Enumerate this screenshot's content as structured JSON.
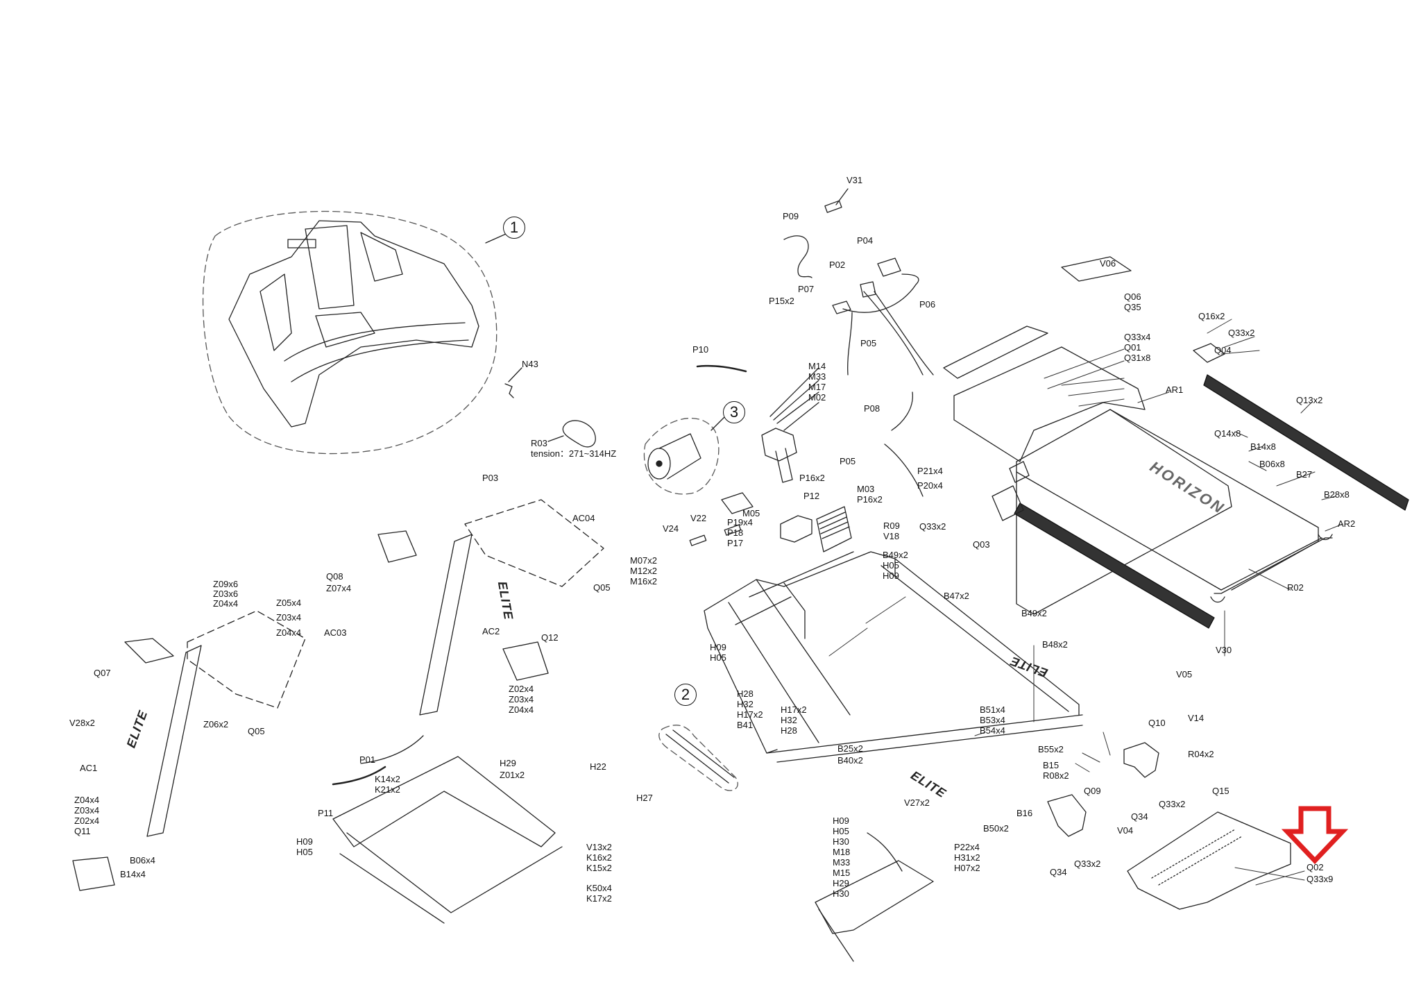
{
  "diagram": {
    "title": "Treadmill exploded parts diagram",
    "brand_mark": "HORIZON",
    "decal_text": "ELITE",
    "highlight_color": "#e02020",
    "highlighted_part": "Q02",
    "assemblies": [
      {
        "id": "1",
        "label": "1",
        "description": "console assembly"
      },
      {
        "id": "2",
        "label": "2",
        "description": "lift linkage assembly"
      },
      {
        "id": "3",
        "label": "3",
        "description": "drive motor assembly"
      }
    ],
    "notes": {
      "belt_tension": "tension：271~314HZ"
    },
    "labels": {
      "V31": "V31",
      "P09": "P09",
      "P04": "P04",
      "P02": "P02",
      "P07": "P07",
      "P15x2": "P15x2",
      "P06": "P06",
      "P05a": "P05",
      "P05b": "P05",
      "V06": "V06",
      "Q06": "Q06",
      "Q35": "Q35",
      "Q16x2": "Q16x2",
      "Q33x2a": "Q33x2",
      "Q33x4": "Q33x4",
      "Q01": "Q01",
      "Q04": "Q04",
      "Q31x8": "Q31x8",
      "AR1": "AR1",
      "Q13x2": "Q13x2",
      "Q14x8": "Q14x8",
      "B14x8": "B14x8",
      "B06x8": "B06x8",
      "B27": "B27",
      "B28x8": "B28x8",
      "AR2": "AR2",
      "R02": "R02",
      "V30": "V30",
      "P10": "P10",
      "N43": "N43",
      "R03": "R03",
      "M14": "M14",
      "M33a": "M33",
      "M17": "M17",
      "M02": "M02",
      "P08": "P08",
      "P21x4": "P21x4",
      "P20x4": "P20x4",
      "Q33x2b": "Q33x2",
      "Q03": "Q03",
      "P16x2a": "P16x2",
      "P12": "P12",
      "M03": "M03",
      "P16x2b": "P16x2",
      "M05": "M05",
      "V22": "V22",
      "V24": "V24",
      "P19x4": "P19x4",
      "P18": "P18",
      "P17": "P17",
      "R09": "R09",
      "V18": "V18",
      "B49x2a": "B49x2",
      "H05a": "H05",
      "H09a": "H09",
      "M07x2": "M07x2",
      "M12x2": "M12x2",
      "M16x2": "M16x2",
      "H09b": "H09",
      "H05b": "H05",
      "B47x2": "B47x2",
      "B49x2b": "B49x2",
      "B48x2": "B48x2",
      "B51x4": "B51x4",
      "B53x4": "B53x4",
      "B54x4": "B54x4",
      "B55x2": "B55x2",
      "B15": "B15",
      "R08x2": "R08x2",
      "B25x2": "B25x2",
      "B40x2": "B40x2",
      "V27x2": "V27x2",
      "B16": "B16",
      "B50x2": "B50x2",
      "H09c": "H09",
      "H05c": "H05",
      "H30a": "H30",
      "M18": "M18",
      "M33b": "M33",
      "M15": "M15",
      "H29a": "H29",
      "H30b": "H30",
      "P22x4": "P22x4",
      "H31x2": "H31x2",
      "H07x2": "H07x2",
      "V05": "V05",
      "Q10": "Q10",
      "V14": "V14",
      "R04x2": "R04x2",
      "Q15": "Q15",
      "Q34a": "Q34",
      "Q33x2c": "Q33x2",
      "Q09": "Q09",
      "V04": "V04",
      "Q34b": "Q34",
      "Q33x2d": "Q33x2",
      "Q02": "Q02",
      "Q33x9": "Q33x9",
      "H28a": "H28",
      "H32a": "H32",
      "H17x2a": "H17x2",
      "B41": "B41",
      "H17x2b": "H17x2",
      "H32b": "H32",
      "H28b": "H28",
      "H22": "H22",
      "H27": "H27",
      "P03": "P03",
      "AC04": "AC04",
      "Q08": "Q08",
      "Z07x4": "Z07x4",
      "Q05a": "Q05",
      "AC2": "AC2",
      "Q12": "Q12",
      "Z02x4a": "Z02x4",
      "Z03x4a": "Z03x4",
      "Z04x4a": "Z04x4",
      "Z09x6": "Z09x6",
      "Z03x6": "Z03x6",
      "Z04x4b": "Z04x4",
      "Z05x4": "Z05x4",
      "Z03x4b": "Z03x4",
      "Z04x4c": "Z04x4",
      "AC03": "AC03",
      "Q07": "Q07",
      "V28x2": "V28x2",
      "Z06x2": "Z06x2",
      "Q05b": "Q05",
      "P01": "P01",
      "AC1": "AC1",
      "Z04x4d": "Z04x4",
      "Z03x4c": "Z03x4",
      "Z02x4b": "Z02x4",
      "Q11": "Q11",
      "B06x4": "B06x4",
      "B14x4": "B14x4",
      "P11": "P11",
      "H29b": "H29",
      "Z01x2": "Z01x2",
      "K14x2": "K14x2",
      "K21x2": "K21x2",
      "H09d": "H09",
      "H05d": "H05",
      "V13x2": "V13x2",
      "K16x2": "K16x2",
      "K15x2": "K15x2",
      "K50x4": "K50x4",
      "K17x2": "K17x2"
    }
  }
}
